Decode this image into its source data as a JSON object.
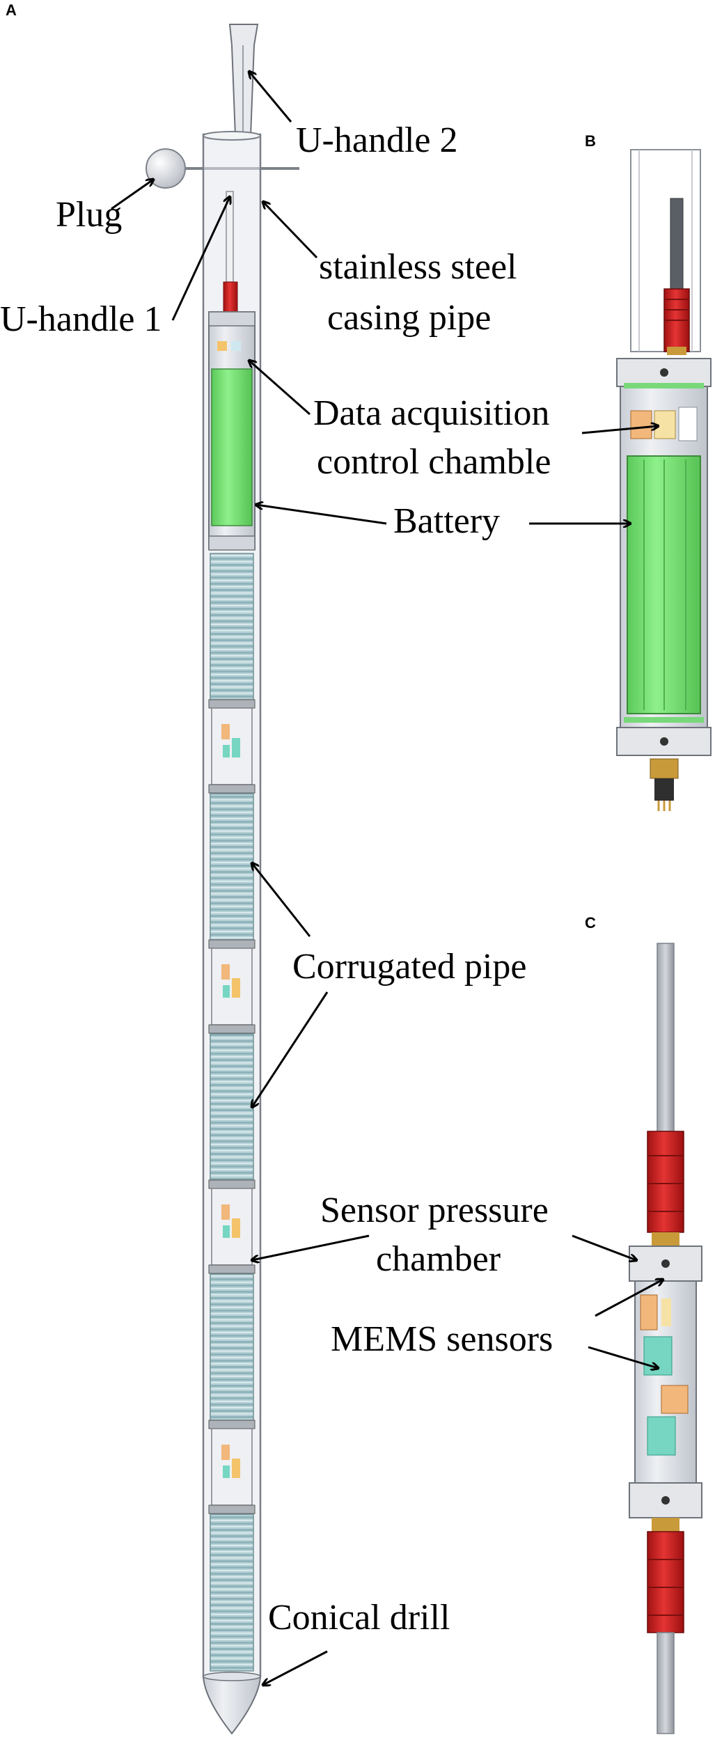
{
  "panels": {
    "a": "A",
    "b": "B",
    "c": "C"
  },
  "labels": {
    "u_handle_2": "U-handle 2",
    "plug": "Plug",
    "casing_line1": "stainless steel",
    "casing_line2": "casing pipe",
    "u_handle_1": "U-handle 1",
    "daq_line1": "Data acquisition",
    "daq_line2": "control chamble",
    "battery": "Battery",
    "corrugated_pipe": "Corrugated pipe",
    "sensor_chamber_line1": "Sensor pressure",
    "sensor_chamber_line2": "chamber",
    "mems_sensors": "MEMS sensors",
    "conical_drill": "Conical drill"
  },
  "colors": {
    "battery_green": "#7de07a",
    "cap_red": "#d42a2a",
    "corrugated_blue": "#a9c9cf",
    "casing_gray": "#d9dde3",
    "sensor_teal": "#76d6c2",
    "sensor_orange": "#f2b77a",
    "brass": "#c99a3a"
  },
  "icons": {
    "arrow": "arrow-pointer",
    "plug": "sphere-plug"
  }
}
